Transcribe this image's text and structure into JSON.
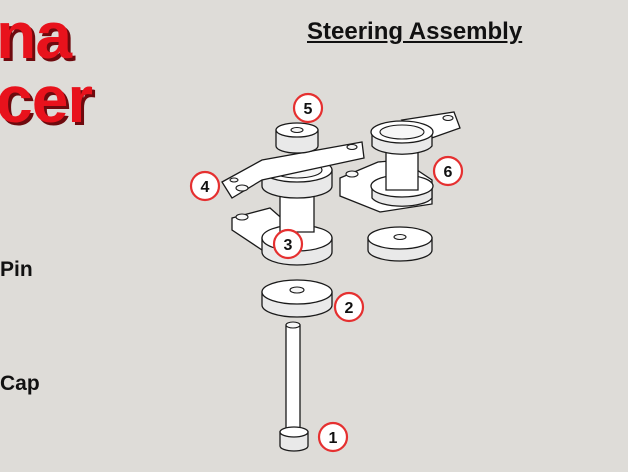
{
  "brand": {
    "line1": "na",
    "line2": "cer"
  },
  "title": "Steering Assembly",
  "side_labels": {
    "pin": "Pin",
    "cap": "Cap"
  },
  "callouts": [
    "1",
    "2",
    "3",
    "4",
    "5",
    "6"
  ]
}
